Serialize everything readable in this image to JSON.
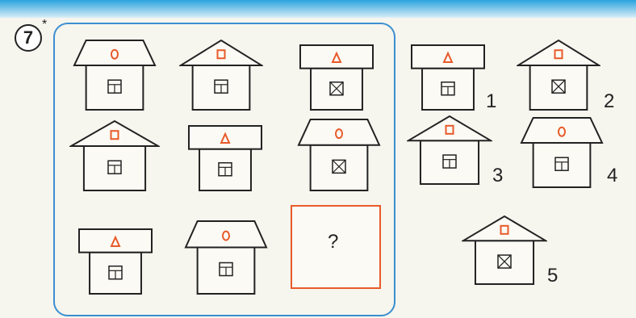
{
  "task": {
    "number": "7",
    "star": "*"
  },
  "header": {
    "letters": ""
  },
  "question_box": {
    "mark": "?"
  },
  "houses": [
    {
      "id": "g1",
      "roof": "trapezoid",
      "sign": "circle",
      "window": "square-plus"
    },
    {
      "id": "g2",
      "roof": "triangle",
      "sign": "square",
      "window": "square-plus"
    },
    {
      "id": "g3",
      "roof": "flat",
      "sign": "triangle",
      "window": "square-x"
    },
    {
      "id": "g4",
      "roof": "triangle",
      "sign": "square",
      "window": "square-plus"
    },
    {
      "id": "g5",
      "roof": "flat",
      "sign": "triangle",
      "window": "square-plus"
    },
    {
      "id": "g6",
      "roof": "trapezoid",
      "sign": "circle",
      "window": "square-x"
    },
    {
      "id": "g7",
      "roof": "flat",
      "sign": "triangle",
      "window": "square-plus"
    },
    {
      "id": "g8",
      "roof": "trapezoid",
      "sign": "circle",
      "window": "square-plus"
    },
    {
      "id": "o1",
      "roof": "flat",
      "sign": "triangle",
      "window": "square-plus"
    },
    {
      "id": "o2",
      "roof": "triangle",
      "sign": "square",
      "window": "square-x"
    },
    {
      "id": "o3",
      "roof": "triangle",
      "sign": "square",
      "window": "square-plus"
    },
    {
      "id": "o4",
      "roof": "trapezoid",
      "sign": "circle",
      "window": "square-plus"
    },
    {
      "id": "o5",
      "roof": "triangle",
      "sign": "square",
      "window": "square-x"
    }
  ],
  "options": [
    {
      "label": "1"
    },
    {
      "label": "2"
    },
    {
      "label": "3"
    },
    {
      "label": "4"
    },
    {
      "label": "5"
    }
  ],
  "colors": {
    "ink": "#222222",
    "sign": "#e85a2a",
    "frame": "#3b8fd0",
    "answer_box": "#e85a2a"
  }
}
